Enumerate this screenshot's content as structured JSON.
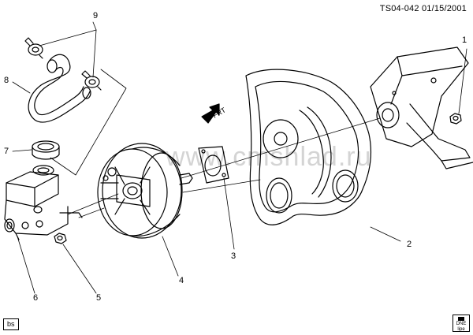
{
  "header": {
    "code_date": "TS04-042 01/15/2001"
  },
  "watermark": "www.cmshlad.ru",
  "badge": "bs",
  "corner_icon": {
    "line1": "DNE",
    "line2": "lipe"
  },
  "direction_label": "FRT",
  "callouts": [
    "1",
    "2",
    "3",
    "4",
    "5",
    "6",
    "7",
    "8",
    "9"
  ],
  "colors": {
    "line": "#000000",
    "bg": "#ffffff",
    "watermark": "#d4d4d4"
  }
}
